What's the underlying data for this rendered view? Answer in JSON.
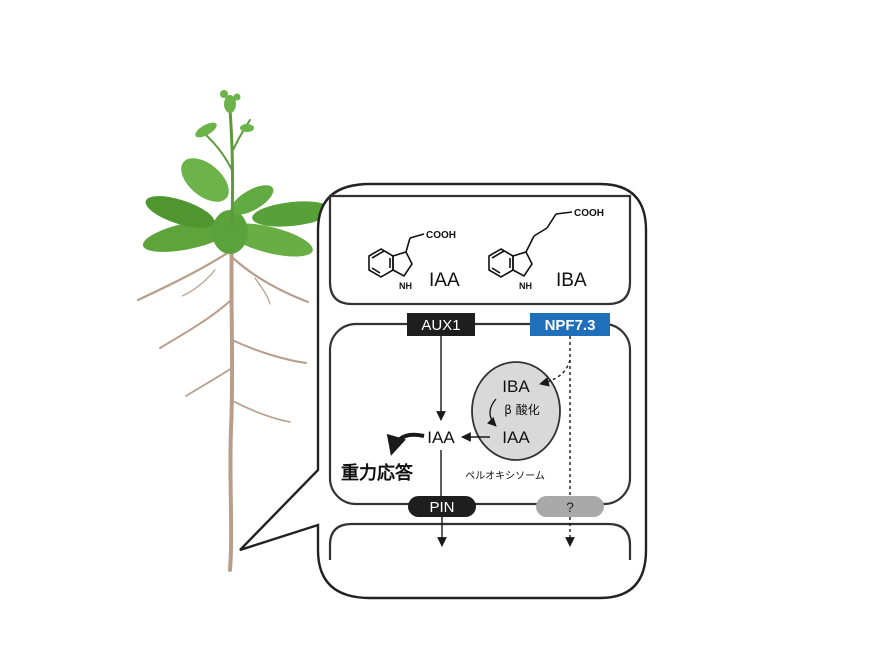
{
  "colors": {
    "accent_blue": "#1f6fba",
    "transporter_dark": "#1e1e1e",
    "unknown_gray": "#a9a9a9",
    "peroxisome_fill": "#d9d9d9",
    "outline": "#333333",
    "leaf_green": "#5fa43a",
    "root_brown": "#b89e8a"
  },
  "molecules": {
    "iaa": {
      "label": "IAA",
      "group": "COOH",
      "ring_label": "NH"
    },
    "iba": {
      "label": "IBA",
      "group": "COOH",
      "ring_label": "NH"
    }
  },
  "transporters": {
    "aux1": "AUX1",
    "npf73": "NPF7.3",
    "pin": "PIN",
    "unknown": "?"
  },
  "cell": {
    "iaa_label": "IAA",
    "gravitropism": "重力応答"
  },
  "peroxisome": {
    "iba_label": "IBA",
    "conversion": "β 酸化",
    "iaa_label": "IAA",
    "name": "ペルオキシソーム"
  },
  "plant": {
    "icon": "plant-illustration-icon"
  }
}
